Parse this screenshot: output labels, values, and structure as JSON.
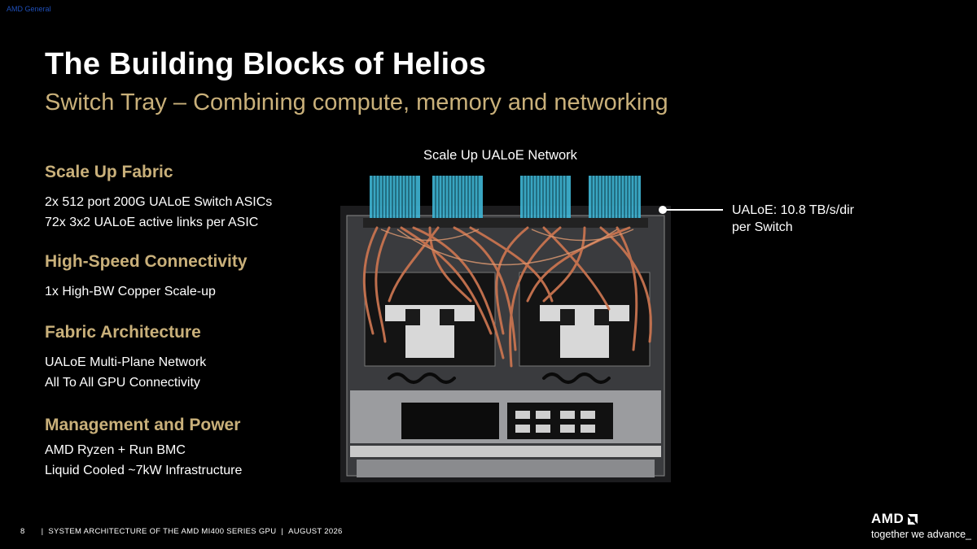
{
  "classification": "AMD General",
  "title": "The Building Blocks of Helios",
  "subtitle": "Switch Tray – Combining compute, memory and networking",
  "sections": [
    {
      "heading": "Scale Up Fabric",
      "lines": [
        "2x 512 port 200G  UALoE Switch ASICs",
        "72x 3x2 UALoE active links per ASIC"
      ]
    },
    {
      "heading": "High-Speed Connectivity",
      "lines": [
        "1x High-BW Copper Scale-up"
      ]
    },
    {
      "heading": "Fabric Architecture",
      "lines": [
        "UALoE Multi-Plane Network",
        "All To All GPU Connectivity"
      ]
    },
    {
      "heading": "Management and Power",
      "lines": [
        "AMD Ryzen + Run BMC",
        "Liquid Cooled ~7kW Infrastructure"
      ]
    }
  ],
  "image_label": "Scale Up UALoE Network",
  "callout": {
    "line1": "UALoE: 10.8 TB/s/dir",
    "line2": "per Switch"
  },
  "footer": {
    "page_number": "8",
    "separator": "|",
    "deck_title": "SYSTEM ARCHITECTURE OF THE AMD MI400 SERIES GPU",
    "date": "AUGUST 2026"
  },
  "logo": {
    "wordmark": "AMD",
    "tagline": "together we advance_"
  },
  "colors": {
    "background": "#000000",
    "accent_gold": "#c9b07a",
    "text": "#ffffff",
    "cable_copper": "#c8734f",
    "connector_cyan": "#3fb7d6"
  }
}
